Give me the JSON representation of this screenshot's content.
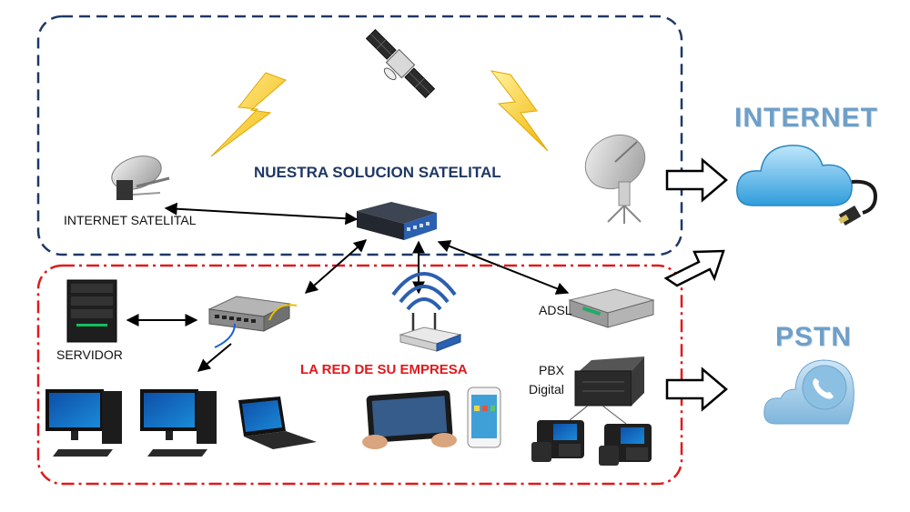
{
  "diagram": {
    "zone_satellite_title": "NUESTRA SOLUCION SATELITAL",
    "zone_company_title": "LA RED DE SU EMPRESA",
    "labels": {
      "internet_satelital": "INTERNET SATELITAL",
      "servidor": "SERVIDOR",
      "adsl": "ADSL",
      "pbx_line1": "PBX",
      "pbx_line2": "Digital"
    },
    "external": {
      "internet": "INTERNET",
      "pstn": "PSTN"
    },
    "icons": [
      "satellite-icon",
      "lightning-icon",
      "satellite-dish-icon",
      "vsat-dish-icon",
      "router-icon",
      "cloud-icon",
      "ethernet-cable-icon",
      "phone-cloud-icon",
      "server-icon",
      "network-switch-icon",
      "wifi-router-icon",
      "adsl-modem-icon",
      "pbx-icon",
      "ip-phone-icon",
      "desktop-pc-icon",
      "laptop-icon",
      "tablet-icon",
      "smartphone-icon"
    ],
    "colors": {
      "satellite_zone_border": "#1f3864",
      "company_zone_border": "#e0191c",
      "external_label": "#6f9fc7",
      "lightning": "#f7c51e"
    }
  }
}
